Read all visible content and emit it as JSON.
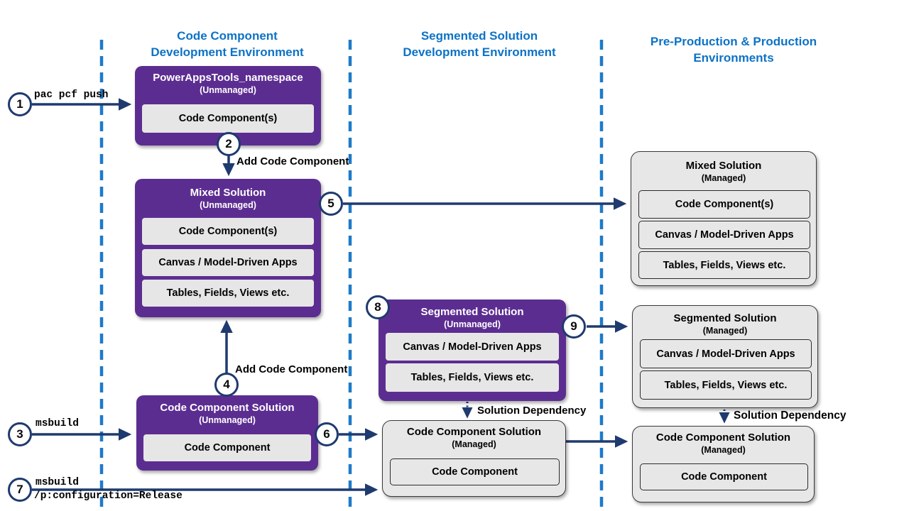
{
  "columns": [
    {
      "title_line1": "Code Component",
      "title_line2": "Development Environment"
    },
    {
      "title_line1": "Segmented Solution",
      "title_line2": "Development Environment"
    },
    {
      "title_line1": "Pre-Production & Production",
      "title_line2": "Environments"
    }
  ],
  "boxes": [
    {
      "title": "PowerAppsTools_namespace",
      "subtitle": "(Unmanaged)",
      "items": [
        "Code Component(s)"
      ]
    },
    {
      "title": "Mixed Solution",
      "subtitle": "(Unmanaged)",
      "items": [
        "Code Component(s)",
        "Canvas / Model-Driven Apps",
        "Tables, Fields, Views etc."
      ]
    },
    {
      "title": "Segmented Solution",
      "subtitle": "(Unmanaged)",
      "items": [
        "Canvas / Model-Driven Apps",
        "Tables, Fields, Views etc."
      ]
    },
    {
      "title": "Code Component Solution",
      "subtitle": "(Unmanaged)",
      "items": [
        "Code Component"
      ]
    },
    {
      "title": "Mixed Solution",
      "subtitle": "(Managed)",
      "items": [
        "Code Component(s)",
        "Canvas / Model-Driven Apps",
        "Tables, Fields, Views etc."
      ]
    },
    {
      "title": "Segmented Solution",
      "subtitle": "(Managed)",
      "items": [
        "Canvas / Model-Driven Apps",
        "Tables, Fields, Views etc."
      ]
    },
    {
      "title": "Code Component Solution",
      "subtitle": "(Managed)",
      "items": [
        "Code Component"
      ]
    },
    {
      "title": "Code Component Solution",
      "subtitle": "(Managed)",
      "items": [
        "Code Component"
      ]
    }
  ],
  "steps": [
    {
      "number": "1",
      "label": "pac pcf push"
    },
    {
      "number": "2",
      "label": "Add Code Component"
    },
    {
      "number": "3",
      "label": "msbuild"
    },
    {
      "number": "4",
      "label": "Add Code Component"
    },
    {
      "number": "5"
    },
    {
      "number": "6"
    },
    {
      "number": "7",
      "label": "msbuild",
      "label_line2": "/p:configuration=Release"
    },
    {
      "number": "8"
    },
    {
      "number": "9"
    }
  ],
  "labels": {
    "solution_dependency_mid": "Solution Dependency",
    "solution_dependency_right": "Solution Dependency"
  },
  "colors": {
    "header_blue": "#0d72c6",
    "lane_divider_blue": "#1e7ac9",
    "unmanaged_purple": "#5c2d91",
    "arrow_navy": "#1f3a6e",
    "managed_gray": "#e8e7e7"
  }
}
